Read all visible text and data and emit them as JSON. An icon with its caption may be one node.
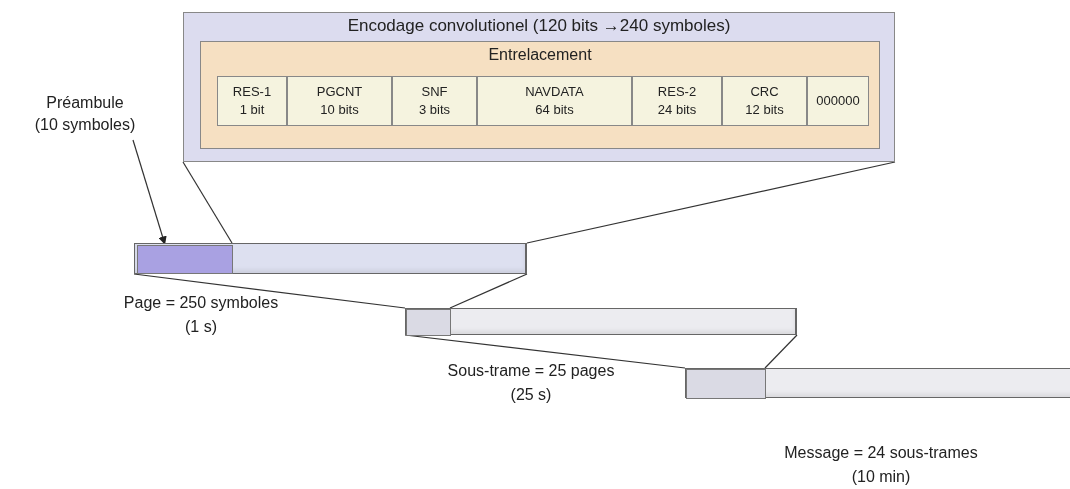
{
  "diagram": {
    "nodes": [
      {
        "text": [
          "Encodage convolutionel (120 bits →240 symboles)"
        ]
      },
      {
        "text": [
          "Entrelacement"
        ],
        "in": 0
      },
      {
        "text": [
          "RES-1",
          "1 bit"
        ],
        "in": 1
      },
      {
        "text": [
          "PGCNT",
          "10 bits"
        ],
        "in": 1
      },
      {
        "text": [
          "SNF",
          "3 bits"
        ],
        "in": 1
      },
      {
        "text": [
          "NAVDATA",
          "64 bits"
        ],
        "in": 1
      },
      {
        "text": [
          "RES-2",
          "24 bits"
        ],
        "in": 1
      },
      {
        "text": [
          "CRC",
          "12 bits"
        ],
        "in": 1
      },
      {
        "text": [
          "000000"
        ],
        "in": 1
      },
      {
        "text": [
          "Préambule (10 symboles)"
        ]
      },
      {
        "text": [],
        "shape": "bar",
        "beside": [
          "Page = 250 symboles (1 s)"
        ]
      },
      {
        "text": [],
        "shape": "box",
        "in": 10
      },
      {
        "text": [],
        "shape": "bar",
        "beside": [
          "Sous-trame = 25 pages (25 s)"
        ]
      },
      {
        "text": [],
        "shape": "box",
        "in": 12
      },
      {
        "text": [],
        "shape": "bar",
        "beside": [
          "Message = 24 sous-trames (10 min)"
        ]
      },
      {
        "text": [],
        "shape": "box",
        "in": 14
      }
    ],
    "edges": [
      {
        "from": 9,
        "to": 11,
        "arrow": "to"
      },
      {
        "from": 10,
        "to": 0,
        "arrow": "none"
      },
      {
        "from": 10,
        "to": 0,
        "arrow": "none"
      },
      {
        "from": 13,
        "to": 10,
        "arrow": "none"
      },
      {
        "from": 13,
        "to": 10,
        "arrow": "none"
      },
      {
        "from": 15,
        "to": 12,
        "arrow": "none"
      },
      {
        "from": 15,
        "to": 12,
        "arrow": "none"
      }
    ]
  }
}
